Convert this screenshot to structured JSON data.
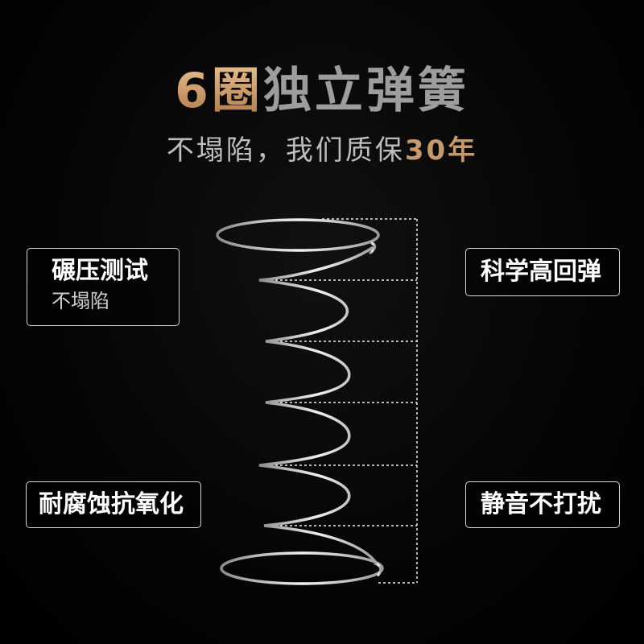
{
  "headline": {
    "number": "6圈",
    "text": "独立弹簧"
  },
  "tagline": {
    "text": "不塌陷，我们质保",
    "highlight": "30年"
  },
  "features": {
    "top_left": {
      "label": "碾压测试",
      "sub": "不塌陷"
    },
    "top_right": {
      "label": "科学高回弹"
    },
    "bottom_left": {
      "label": "耐腐蚀抗氧化"
    },
    "bottom_right": {
      "label": "静音不打扰"
    }
  },
  "colors": {
    "background": "#000000",
    "accent_gold": "#c7996a",
    "text_gray": "#9d9d9d",
    "spring_silver": "#e6e6e6"
  },
  "spring": {
    "coils": 6
  }
}
